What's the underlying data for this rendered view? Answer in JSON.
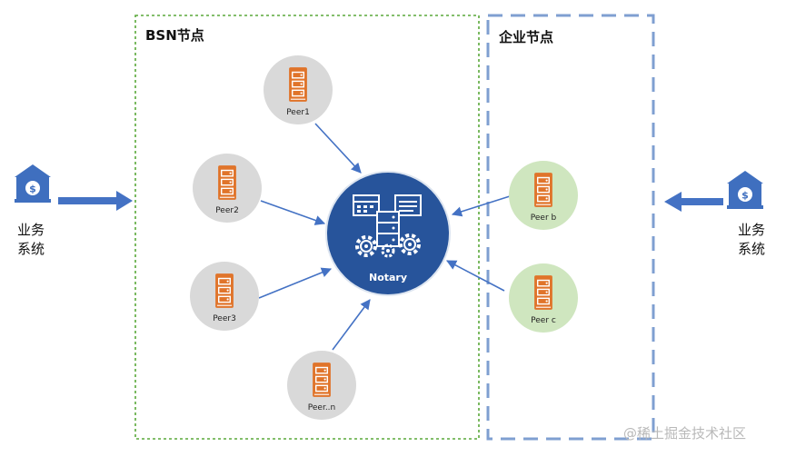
{
  "zones": {
    "bsn": {
      "title": "BSN节点",
      "border_color": "#5aa83a"
    },
    "enterprise": {
      "title": "企业节点",
      "border_color": "#7f9fd1"
    }
  },
  "center": {
    "label": "Notary",
    "color": "#27549b"
  },
  "bsn_peers": [
    {
      "label": "Peer1"
    },
    {
      "label": "Peer2"
    },
    {
      "label": "Peer3"
    },
    {
      "label": "Peer..n"
    }
  ],
  "enterprise_peers": [
    {
      "label": "Peer b"
    },
    {
      "label": "Peer c"
    }
  ],
  "business_left": {
    "line1": "业务",
    "line2": "系统"
  },
  "business_right": {
    "line1": "业务",
    "line2": "系统"
  },
  "colors": {
    "server_icon": "#e0742a",
    "bsn_peer_fill": "#d9d9d9",
    "enterprise_peer_fill": "#cfe6bf",
    "arrow": "#4472c4",
    "bank_icon": "#3f6fbf"
  },
  "watermark": "@稀土掘金技术社区"
}
